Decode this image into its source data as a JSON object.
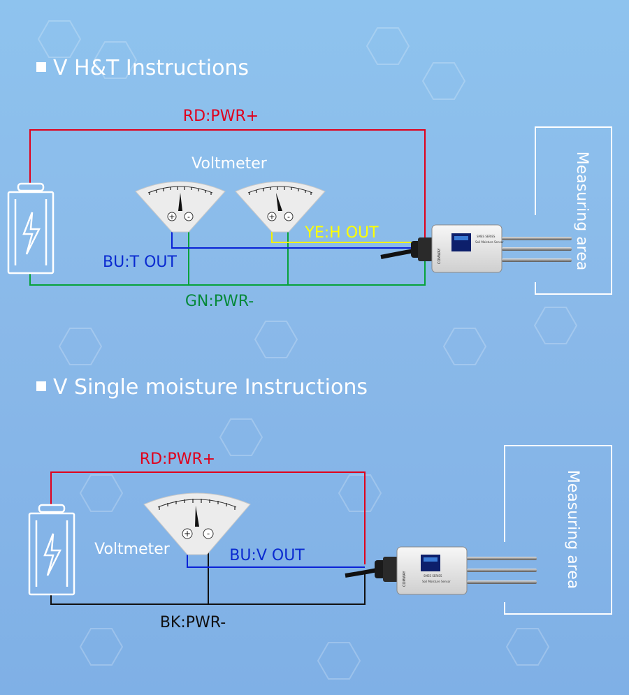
{
  "section1": {
    "title": "V H&T Instructions",
    "wire_power_pos": "RD:PWR+",
    "wire_power_neg": "GN:PWR-",
    "wire_temp_out": "BU:T OUT",
    "wire_humid_out": "YE:H OUT",
    "voltmeter_label": "Voltmeter",
    "measuring_area": "Measuring area"
  },
  "section2": {
    "title": "V Single moisture Instructions",
    "wire_power_pos": "RD:PWR+",
    "wire_power_neg": "BK:PWR-",
    "wire_out": "BU:V OUT",
    "voltmeter_label": "Voltmeter",
    "measuring_area": "Measuring area"
  },
  "terminals": {
    "plus": "+",
    "minus": "-"
  },
  "sensor": {
    "brand": "COMWAY",
    "series": "SMES SERIES",
    "name": "Soil Moisture Sensor"
  },
  "colors": {
    "red_wire": "#e0001b",
    "green_wire": "#07a23a",
    "blue_wire": "#0a22d6",
    "yellow_wire": "#f5f000",
    "black_wire": "#111111",
    "label_red": "#e0001b",
    "label_green": "#06893a",
    "label_blue": "#0a2ad0",
    "label_yellow": "#ffff00",
    "label_black": "#111111"
  }
}
